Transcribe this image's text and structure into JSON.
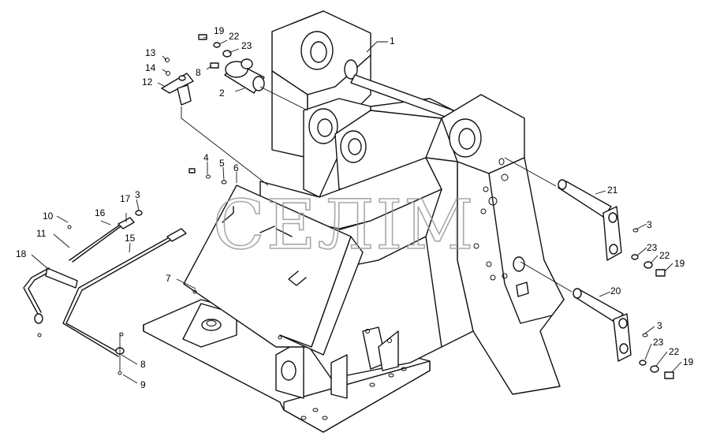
{
  "watermark": "СЕЛІМ",
  "callouts": [
    {
      "id": "label-1",
      "text": "1"
    },
    {
      "id": "label-2",
      "text": "2"
    },
    {
      "id": "label-3a",
      "text": "3"
    },
    {
      "id": "label-3b",
      "text": "3"
    },
    {
      "id": "label-3c",
      "text": "3"
    },
    {
      "id": "label-4",
      "text": "4"
    },
    {
      "id": "label-5",
      "text": "5"
    },
    {
      "id": "label-6",
      "text": "6"
    },
    {
      "id": "label-7",
      "text": "7"
    },
    {
      "id": "label-8a",
      "text": "8"
    },
    {
      "id": "label-8b",
      "text": "8"
    },
    {
      "id": "label-9",
      "text": "9"
    },
    {
      "id": "label-10",
      "text": "10"
    },
    {
      "id": "label-11",
      "text": "11"
    },
    {
      "id": "label-12",
      "text": "12"
    },
    {
      "id": "label-13",
      "text": "13"
    },
    {
      "id": "label-14",
      "text": "14"
    },
    {
      "id": "label-15",
      "text": "15"
    },
    {
      "id": "label-16",
      "text": "16"
    },
    {
      "id": "label-17",
      "text": "17"
    },
    {
      "id": "label-18",
      "text": "18"
    },
    {
      "id": "label-19a",
      "text": "19"
    },
    {
      "id": "label-19b",
      "text": "19"
    },
    {
      "id": "label-19c",
      "text": "19"
    },
    {
      "id": "label-20",
      "text": "20"
    },
    {
      "id": "label-21",
      "text": "21"
    },
    {
      "id": "label-22a",
      "text": "22"
    },
    {
      "id": "label-22b",
      "text": "22"
    },
    {
      "id": "label-22c",
      "text": "22"
    },
    {
      "id": "label-23a",
      "text": "23"
    },
    {
      "id": "label-23b",
      "text": "23"
    },
    {
      "id": "label-23c",
      "text": "23"
    }
  ]
}
